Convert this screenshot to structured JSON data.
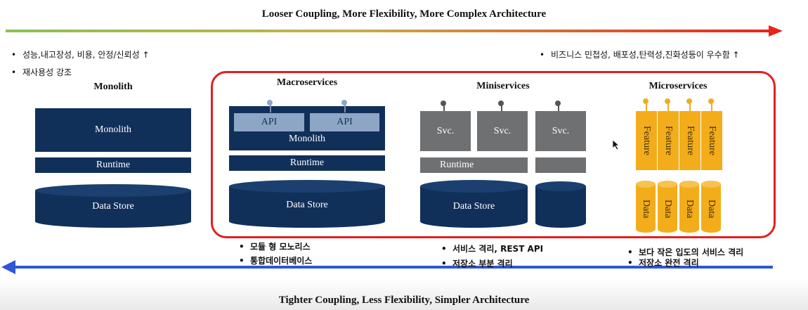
{
  "top_title": "Looser Coupling, More Flexibility, More Complex Architecture",
  "bottom_title": "Tighter Coupling, Less Flexibility, Simpler Architecture",
  "left_notes": [
    "성능,내고장성, 비용, 안정/신뢰성 ↑",
    "재사용성 강조"
  ],
  "right_note": "비즈니스 민첩성, 배포성,탄력성,진화성등이 우수함 ↑",
  "bullet_char": "•",
  "colors": {
    "navy": "#10305a",
    "gray": "#6f7071",
    "orange": "#f3ad1b",
    "red_frame": "#e02020",
    "arrow_start_green": "#8cc152",
    "arrow_end_red": "#e8241b",
    "arrow_blue": "#2e56d6"
  },
  "monolith": {
    "title": "Monolith",
    "box_label": "Monolith",
    "runtime_label": "Runtime",
    "store_label": "Data Store"
  },
  "macroservices": {
    "title": "Macroservices",
    "api_labels": [
      "API",
      "API"
    ],
    "box_label": "Monolith",
    "runtime_label": "Runtime",
    "store_label": "Data Store",
    "notes": [
      "모듈 형 모노리스",
      "통합데이터베이스"
    ]
  },
  "miniservices": {
    "title": "Miniservices",
    "svc_labels": [
      "Svc.",
      "Svc.",
      "Svc."
    ],
    "runtime_label": "Runtime",
    "store_label": "Data Store",
    "notes": [
      "서비스 격리, REST API",
      "저장소 부분 격리"
    ]
  },
  "microservices": {
    "title": "Microservices",
    "feature_labels": [
      "Feature",
      "Feature",
      "Feature",
      "Feature"
    ],
    "data_labels": [
      "Data",
      "Data",
      "Data",
      "Data"
    ],
    "notes": [
      "보다 작은 입도의 서비스 격리",
      "저장소 완전 격리"
    ]
  },
  "icons": {
    "top_arrow": "arrow-right-gradient-icon",
    "bottom_arrow": "arrow-left-blue-icon",
    "cursor": "mouse-cursor-icon"
  }
}
